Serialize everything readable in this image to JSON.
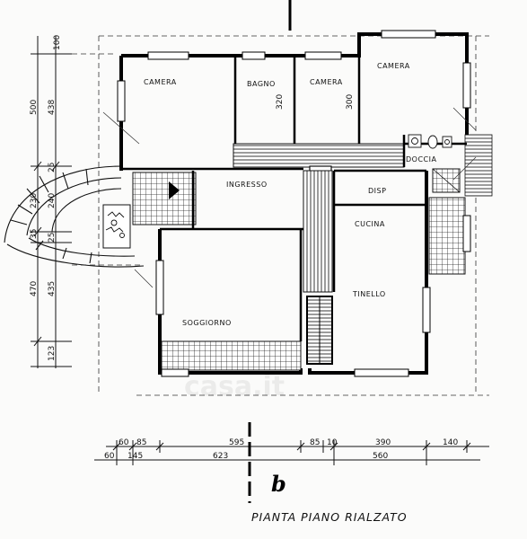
{
  "title": "PIANTA PIANO RIALZATO",
  "section_mark": "b",
  "watermark": "casa.it",
  "rooms": {
    "camera_1": "CAMERA",
    "bagno": "BAGNO",
    "camera_2": "CAMERA",
    "camera_3": "CAMERA",
    "doccia": "DOCCIA",
    "disp": "DISP",
    "ingresso": "INGRESSO",
    "cucina": "CUCINA",
    "tinello": "TINELLO",
    "soggiorno": "SOGGIORNO"
  },
  "room_dims": {
    "bagno": "320",
    "camera_2": "300"
  },
  "left_dims": {
    "d100": "100",
    "d500": "500",
    "d438": "438",
    "d25a": "25",
    "d230": "230",
    "d240": "240",
    "d25b": "25",
    "d35": "35",
    "d470": "470",
    "d435": "435",
    "d123": "123"
  },
  "bottom_dims_upper": [
    "60",
    "85",
    "595",
    "85",
    "10",
    "390",
    "140"
  ],
  "bottom_dims_lower": [
    "60",
    "145",
    "623",
    "560"
  ]
}
